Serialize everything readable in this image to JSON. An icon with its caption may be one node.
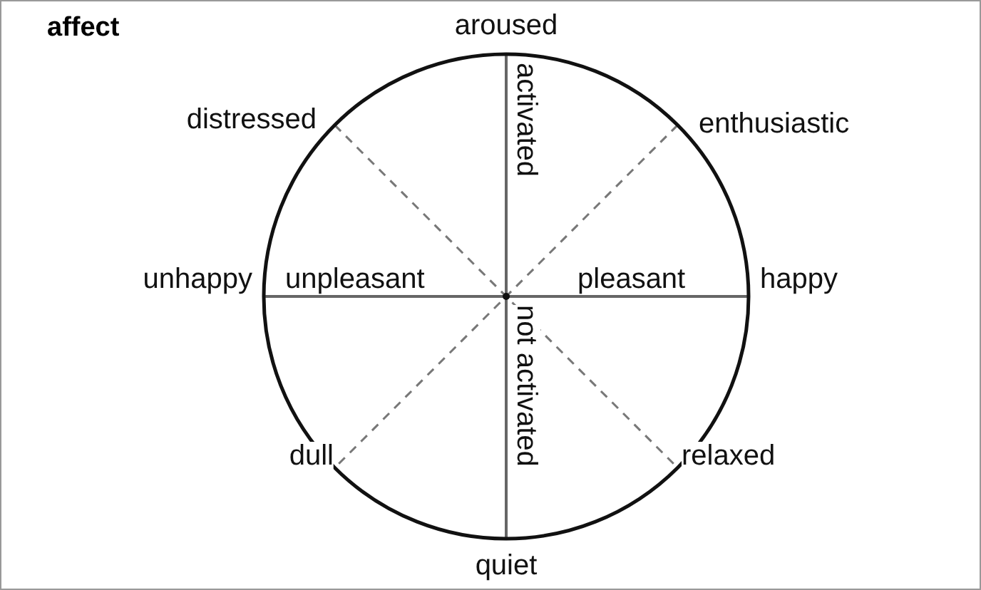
{
  "diagram": {
    "title": "affect",
    "labels": [
      "aroused",
      "distressed",
      "activated",
      "enthusiastic",
      "unhappy",
      "unpleasant",
      "pleasant",
      "happy",
      "not activated",
      "dull",
      "relaxed",
      "quiet"
    ]
  }
}
